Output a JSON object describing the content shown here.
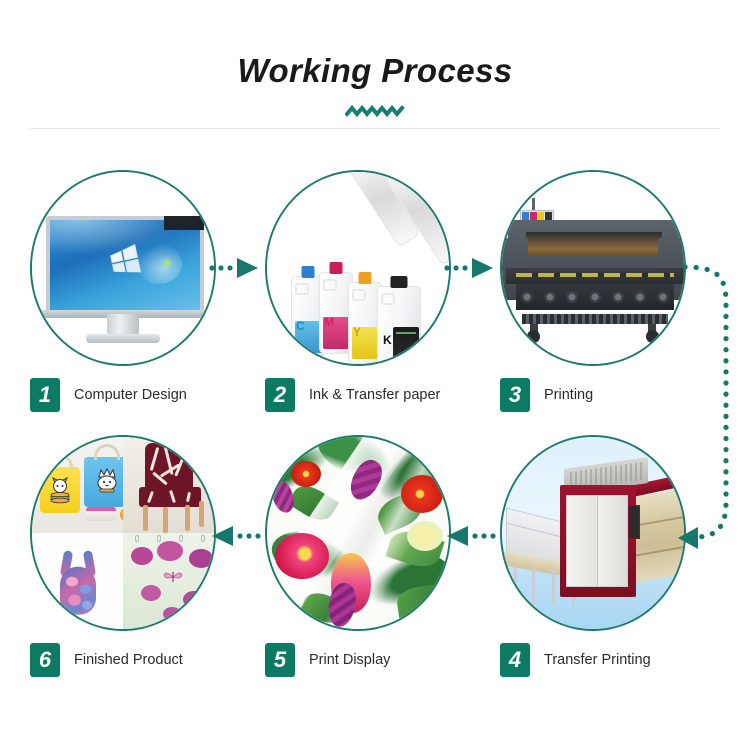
{
  "header": {
    "title": "Working Process",
    "ornament": "zigzag-wave"
  },
  "theme": {
    "accent_teal": "#1d7a6b",
    "badge_green": "#0d7a63",
    "title_color": "#1a1a1a",
    "divider_color": "#e6e6e6",
    "background": "#ffffff"
  },
  "steps": [
    {
      "number": "1",
      "label": "Computer Design",
      "illustration": "desktop-monitor-windows-desktop",
      "position": "top-left"
    },
    {
      "number": "2",
      "label": "Ink & Transfer paper",
      "illustration": "cmyk-ink-bottles-and-paper-rolls",
      "position": "top-center",
      "ink_labels": [
        "C",
        "M",
        "Y",
        "K"
      ]
    },
    {
      "number": "3",
      "label": "Printing",
      "illustration": "large-format-sublimation-printer",
      "position": "top-right"
    },
    {
      "number": "4",
      "label": "Transfer Printing",
      "illustration": "heat-transfer-calender-machine",
      "position": "bottom-right"
    },
    {
      "number": "5",
      "label": "Print Display",
      "illustration": "tropical-floral-printed-fabric",
      "position": "bottom-center"
    },
    {
      "number": "6",
      "label": "Finished Product",
      "illustration": "finished-products-collage",
      "position": "bottom-left"
    }
  ],
  "connectors": [
    {
      "name": "arrow-step1-to-step2",
      "direction": "right",
      "style": "dotted-with-triangle"
    },
    {
      "name": "arrow-step2-to-step3",
      "direction": "right",
      "style": "dotted-with-triangle"
    },
    {
      "name": "path-step3-to-step4",
      "direction": "down-then-left",
      "style": "dotted-curve-with-triangle"
    },
    {
      "name": "arrow-step4-to-step5",
      "direction": "left",
      "style": "dotted-with-triangle"
    },
    {
      "name": "arrow-step5-to-step6",
      "direction": "left",
      "style": "dotted-with-triangle"
    }
  ]
}
